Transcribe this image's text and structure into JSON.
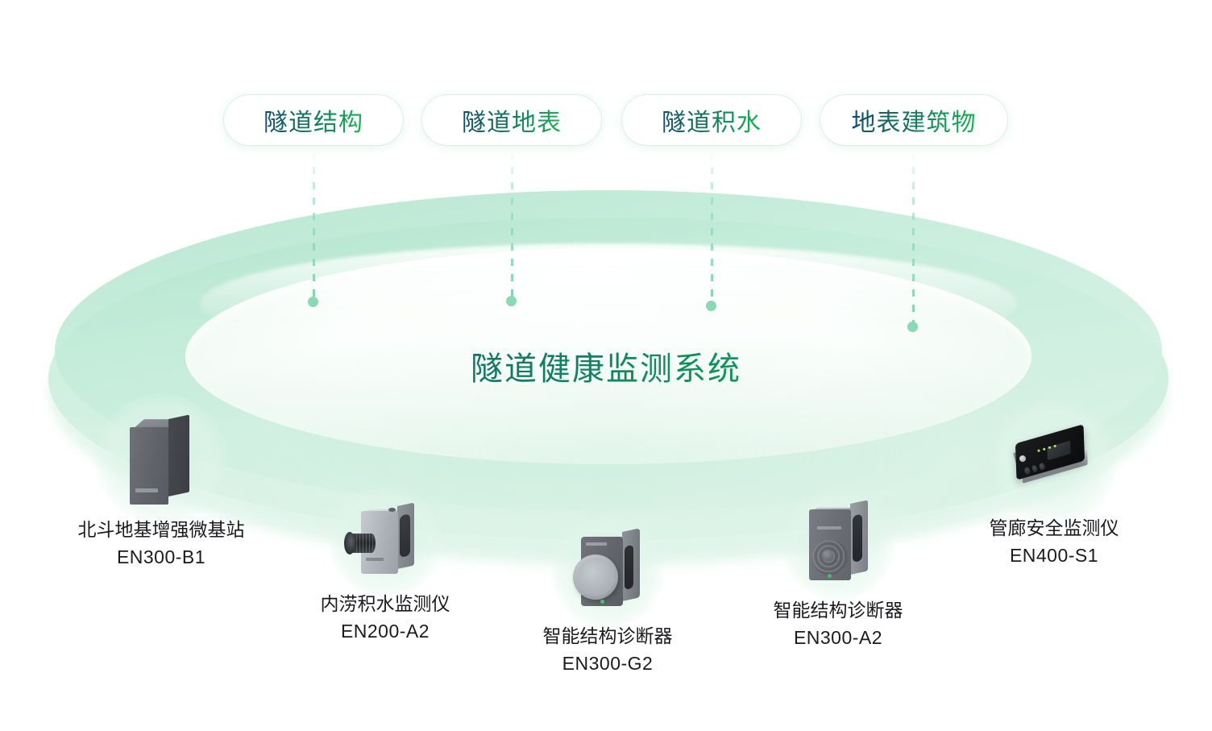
{
  "diagram": {
    "center_title": "隧道健康监测系统",
    "accent_green": "#13b84f",
    "accent_deep": "#0f4c6b",
    "ring_fill": "#cdeedd"
  },
  "categories": [
    {
      "label": "隧道结构",
      "icon": "pill-tag"
    },
    {
      "label": "隧道地表",
      "icon": "pill-tag"
    },
    {
      "label": "隧道积水",
      "icon": "pill-tag"
    },
    {
      "label": "地表建筑物",
      "icon": "pill-tag"
    }
  ],
  "devices": [
    {
      "name": "北斗地基增强微基站",
      "model": "EN300-B1",
      "icon": "tower-device-icon"
    },
    {
      "name": "内涝积水监测仪",
      "model": "EN200-A2",
      "icon": "lens-camera-device-icon"
    },
    {
      "name": "智能结构诊断器",
      "model": "EN300-G2",
      "icon": "disc-sensor-device-icon"
    },
    {
      "name": "智能结构诊断器",
      "model": "EN300-A2",
      "icon": "ripple-sensor-device-icon"
    },
    {
      "name": "管廊安全监测仪",
      "model": "EN400-S1",
      "icon": "flat-gateway-device-icon"
    }
  ]
}
